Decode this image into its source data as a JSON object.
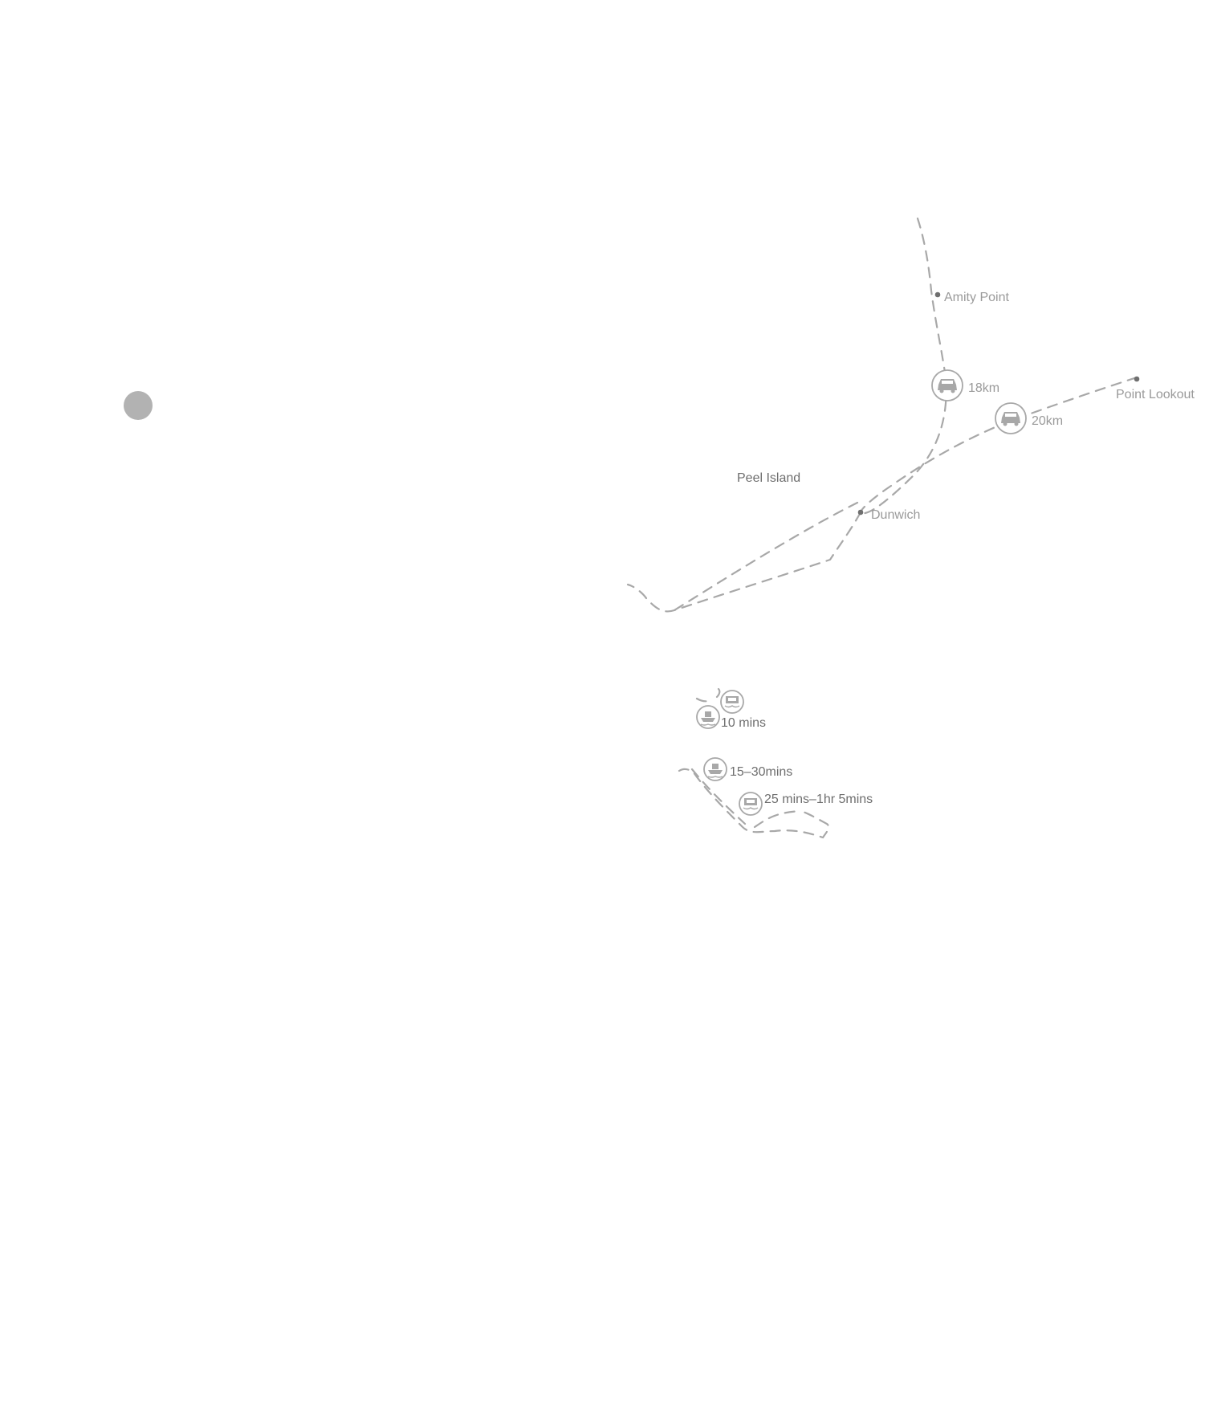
{
  "places": {
    "amity_point": "Amity Point",
    "point_lookout": "Point Lookout",
    "peel_island": "Peel Island",
    "dunwich": "Dunwich"
  },
  "road_distances": {
    "dunwich_to_amity_point": "18km",
    "dunwich_to_point_lookout": "20km"
  },
  "ferry_times": {
    "short_crossing": "10 mins",
    "water_taxi": "15–30mins",
    "vehicle_ferry": "25 mins–1hr 5mins"
  },
  "icons": {
    "car": "car-icon",
    "passenger_ferry": "ferry-icon",
    "vehicle_barge": "barge-icon",
    "map_marker": "grey-dot-marker"
  },
  "colors": {
    "route": "#a8a8a8",
    "label": "#9a9a9a",
    "label_dark": "#6e6e6e",
    "marker": "#b2b2b2"
  }
}
